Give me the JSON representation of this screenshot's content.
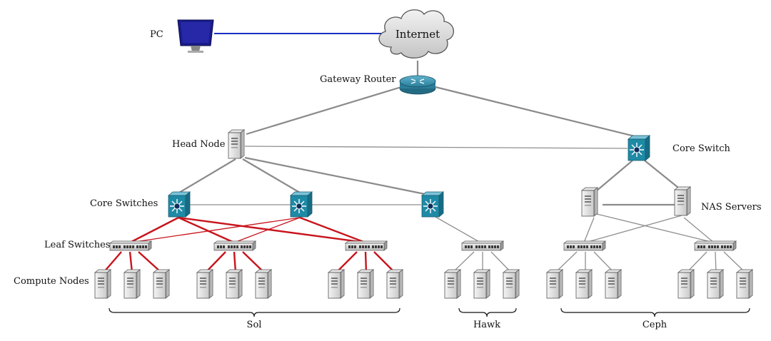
{
  "labels": {
    "pc": "PC",
    "internet": "Internet",
    "gateway_router": "Gateway Router",
    "head_node": "Head Node",
    "core_switch": "Core Switch",
    "core_switches": "Core Switches",
    "nas_servers": "NAS Servers",
    "leaf_switches": "Leaf Switches",
    "compute_nodes": "Compute Nodes"
  },
  "clusters": {
    "sol": "Sol",
    "hawk": "Hawk",
    "ceph": "Ceph"
  },
  "colors": {
    "fabric_links": "#c8141c",
    "pc_link": "#1a2fc4",
    "network_links": "#8a8a8a",
    "switch_teal": "#1e8aa6",
    "pc_screen": "#1a1c8c"
  },
  "icons": [
    "cloud-icon",
    "router-icon",
    "server-tower-icon",
    "core-switch-icon",
    "leaf-switch-icon",
    "monitor-icon"
  ]
}
